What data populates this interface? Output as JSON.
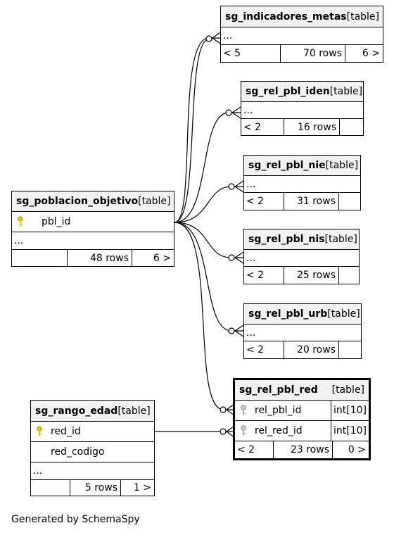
{
  "tables": {
    "sg_indicadores_metas": {
      "name": "sg_indicadores_metas",
      "kind": "[table]",
      "ellipsis": "...",
      "prev": "< 5",
      "rows": "70 rows",
      "next": "6 >"
    },
    "sg_rel_pbl_iden": {
      "name": "sg_rel_pbl_iden",
      "kind": "[table]",
      "ellipsis": "...",
      "prev": "< 2",
      "rows": "16 rows"
    },
    "sg_rel_pbl_nie": {
      "name": "sg_rel_pbl_nie",
      "kind": "[table]",
      "ellipsis": "...",
      "prev": "< 2",
      "rows": "31 rows"
    },
    "sg_rel_pbl_nis": {
      "name": "sg_rel_pbl_nis",
      "kind": "[table]",
      "ellipsis": "...",
      "prev": "< 2",
      "rows": "25 rows"
    },
    "sg_rel_pbl_urb": {
      "name": "sg_rel_pbl_urb",
      "kind": "[table]",
      "ellipsis": "...",
      "prev": "< 2",
      "rows": "20 rows"
    },
    "sg_poblacion_objetivo": {
      "name": "sg_poblacion_objetivo",
      "kind": "[table]",
      "col1": "pbl_id",
      "ellipsis": "...",
      "rows": "48 rows",
      "next": "6 >"
    },
    "sg_rel_pbl_red": {
      "name": "sg_rel_pbl_red",
      "kind": "[table]",
      "col1": "rel_pbl_id",
      "col1_type": "int[10]",
      "col2": "rel_red_id",
      "col2_type": "int[10]",
      "prev": "< 2",
      "rows": "23 rows",
      "next": "0 >"
    },
    "sg_rango_edad": {
      "name": "sg_rango_edad",
      "kind": "[table]",
      "col1": "red_id",
      "col2": "red_codigo",
      "ellipsis": "...",
      "rows": "5 rows",
      "next": "1 >"
    }
  },
  "footer": "Generated by SchemaSpy",
  "colors": {
    "header_bg": "#f2f2f2",
    "primary_key": "#e6c800",
    "foreign_key": "#b0b0b0"
  },
  "icons": {
    "primary_key": "key-icon",
    "foreign_key": "key-icon"
  }
}
